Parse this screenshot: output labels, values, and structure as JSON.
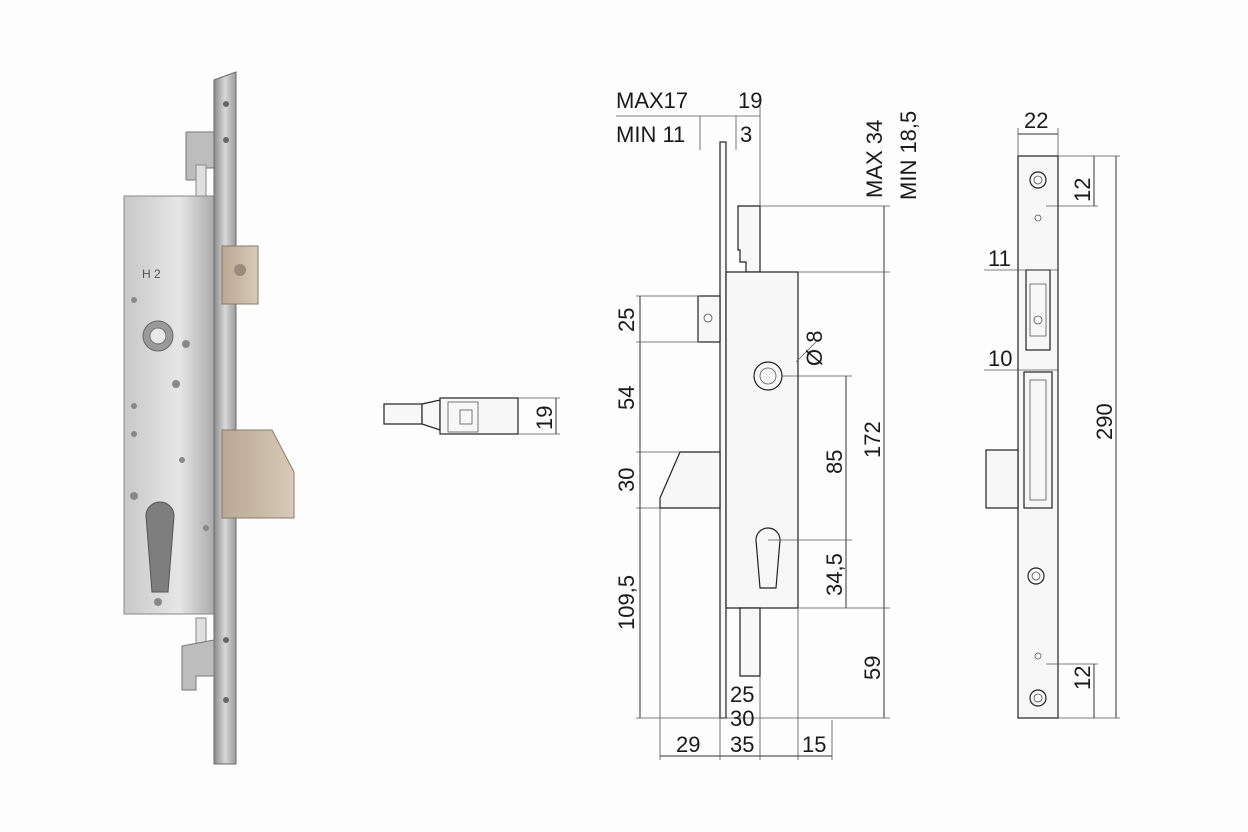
{
  "dimensions": {
    "top_left_a": "MAX17",
    "top_left_b": "MIN 11",
    "top_19": "19",
    "top_3": "3",
    "max34": "MAX 34",
    "min185": "MIN 18,5",
    "d25": "25",
    "d54": "54",
    "d30": "30",
    "d1095": "109,5",
    "phi8": "Ø 8",
    "d85": "85",
    "d172": "172",
    "d345": "34,5",
    "d59": "59",
    "b25": "25",
    "b30": "30",
    "b35": "35",
    "b29": "29",
    "b15": "15",
    "bolt19": "19",
    "r22": "22",
    "r12top": "12",
    "r11": "11",
    "r10": "10",
    "r290": "290",
    "r12bot": "12"
  },
  "colors": {
    "steel_dark": "#8d8d8d",
    "steel_light": "#d9d9d9",
    "bronze": "#c8b8a4",
    "line": "#333333"
  }
}
